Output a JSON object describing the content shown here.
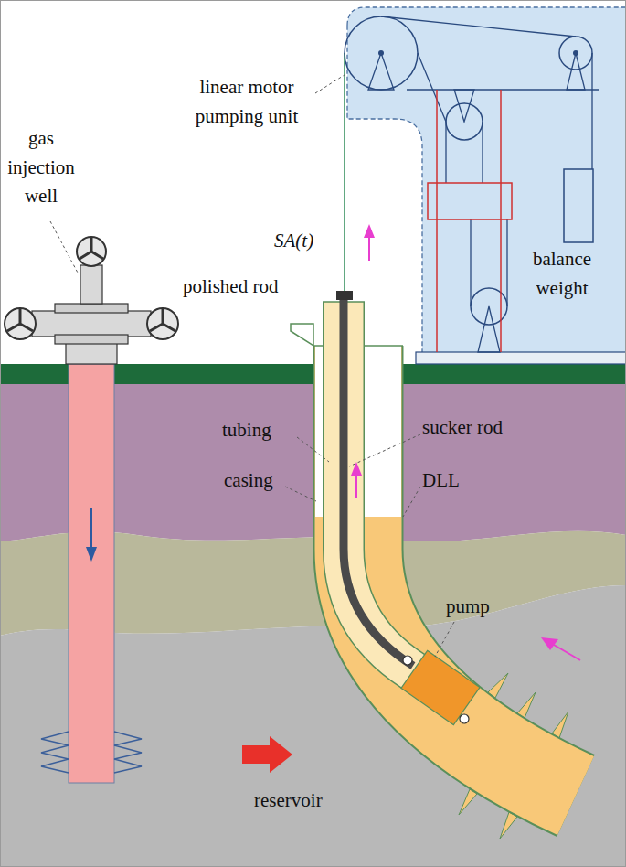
{
  "diagram": {
    "labels": [
      "linear motor pumping unit",
      "gas injection well",
      "SA(t)",
      "polished rod",
      "tubing",
      "sucker rod",
      "casing",
      "DLL",
      "pump",
      "balance weight",
      "reservoir"
    ]
  }
}
